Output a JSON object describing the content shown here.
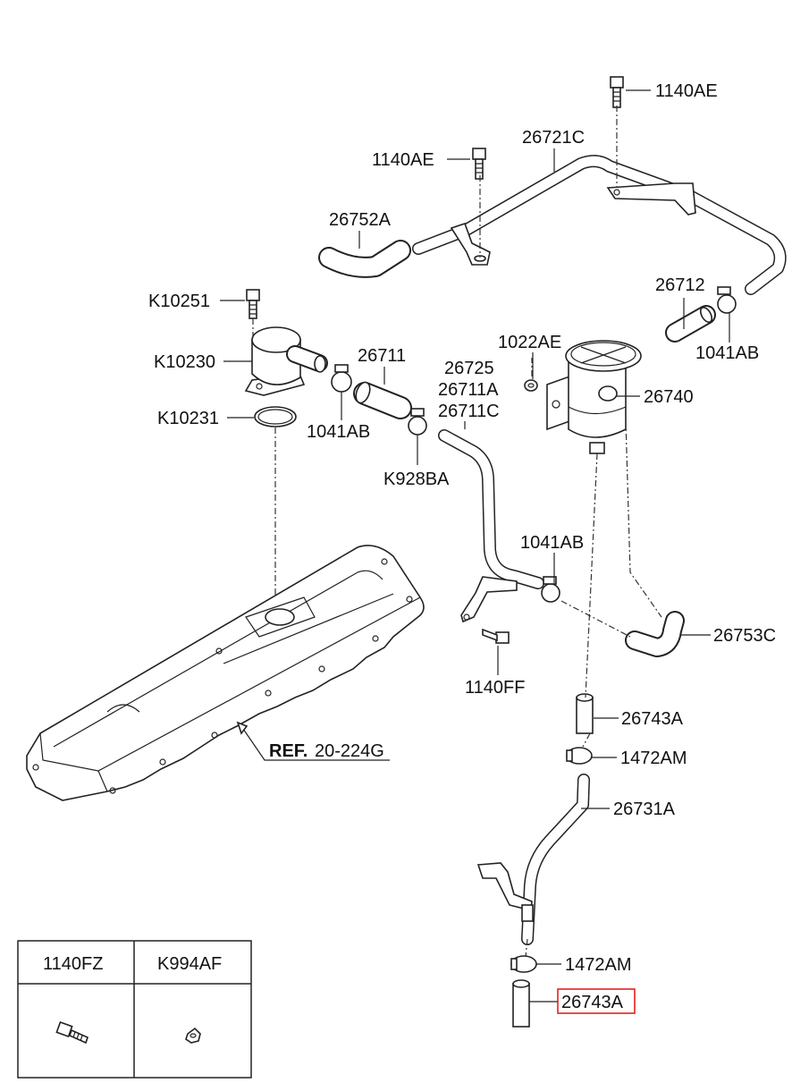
{
  "labels": {
    "bolt_top_right": "1140AE",
    "pipe_upper": "26721C",
    "bolt_upper_mid": "1140AE",
    "hose_upper_left": "26752A",
    "hose_upper_right": "26712",
    "bolt_cap": "K10251",
    "washer": "1022AE",
    "clamp_upper_right": "1041AB",
    "cap": "K10230",
    "hose_mid": "26711",
    "stack_1": "26725",
    "stack_2": "26711A",
    "stack_3": "26711C",
    "separator": "26740",
    "gasket": "K10231",
    "clamp_left": "1041AB",
    "clamp_k928": "K928BA",
    "clamp_mid": "1041AB",
    "hose_lower_right": "26753C",
    "bolt_bracket": "1140FF",
    "hose_short_upper": "26743A",
    "clamp_lower_upper": "1472AM",
    "ref_prefix": "REF.",
    "ref_code": "20-224G",
    "pipe_lower": "26731A",
    "clamp_lower_bottom": "1472AM",
    "hose_short_lower": "26743A"
  },
  "highlight": {
    "color": "#e8201f"
  },
  "table": {
    "col1_header": "1140FZ",
    "col2_header": "K994AF"
  }
}
